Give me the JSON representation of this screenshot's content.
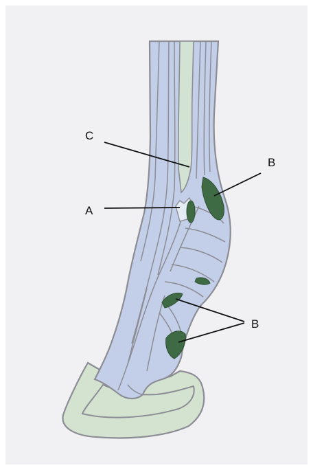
{
  "diagram": {
    "labels": {
      "c": "C",
      "a": "A",
      "b_upper": "B",
      "b_lower": "B"
    },
    "colors": {
      "paper": "#f1f0f3",
      "tendon_fill": "#c3cfe8",
      "tendon_light": "#d2e2d3",
      "outline": "#8c8c95",
      "hoof_fill": "#d3e3cf",
      "lesion": "#3e6a44",
      "leader": "#111111"
    }
  }
}
